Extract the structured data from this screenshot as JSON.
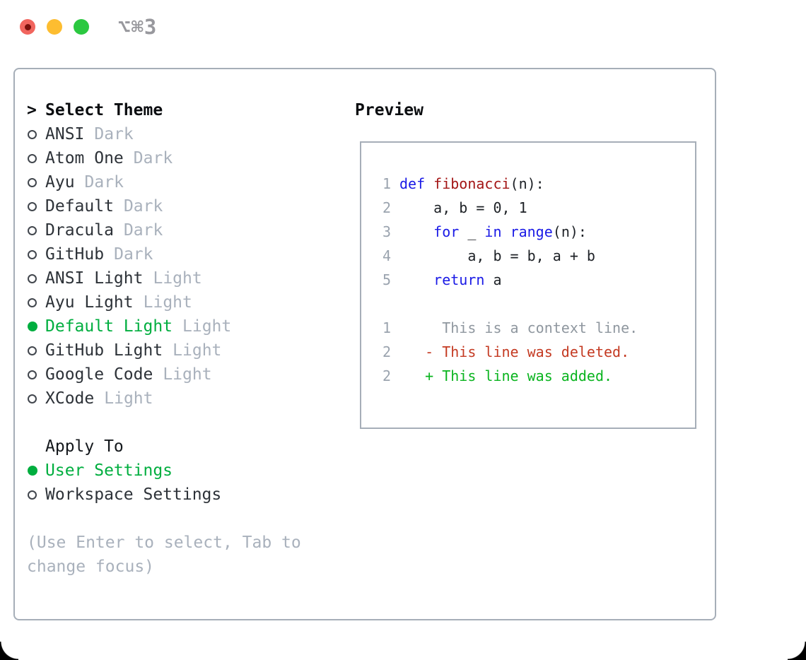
{
  "titlebar": {
    "title": "⌥⌘3",
    "close_icon": "red-traffic-light",
    "minimize_icon": "yellow-traffic-light",
    "zoom_icon": "green-traffic-light"
  },
  "panel": {
    "theme_header": {
      "marker": ">",
      "label": "Select Theme"
    },
    "themes": [
      {
        "label": "ANSI",
        "tag": "Dark",
        "selected": false
      },
      {
        "label": "Atom One",
        "tag": "Dark",
        "selected": false
      },
      {
        "label": "Ayu",
        "tag": "Dark",
        "selected": false
      },
      {
        "label": "Default",
        "tag": "Dark",
        "selected": false
      },
      {
        "label": "Dracula",
        "tag": "Dark",
        "selected": false
      },
      {
        "label": "GitHub",
        "tag": "Dark",
        "selected": false
      },
      {
        "label": "ANSI Light",
        "tag": "Light",
        "selected": false
      },
      {
        "label": "Ayu Light",
        "tag": "Light",
        "selected": false
      },
      {
        "label": "Default Light",
        "tag": "Light",
        "selected": true
      },
      {
        "label": "GitHub Light",
        "tag": "Light",
        "selected": false
      },
      {
        "label": "Google Code",
        "tag": "Light",
        "selected": false
      },
      {
        "label": "XCode",
        "tag": "Light",
        "selected": false
      }
    ],
    "apply_header": "Apply To",
    "apply_options": [
      {
        "label": "User Settings",
        "selected": true
      },
      {
        "label": "Workspace Settings",
        "selected": false
      }
    ],
    "help_lines": [
      "(Use Enter to select, Tab to",
      "change focus)"
    ]
  },
  "preview": {
    "header": "Preview",
    "lines": [
      {
        "num": "1",
        "segments": [
          {
            "t": "def",
            "c": "kw"
          },
          {
            "t": " ",
            "c": "plain"
          },
          {
            "t": "fibonacci",
            "c": "fn"
          },
          {
            "t": "(n):",
            "c": "plain"
          }
        ]
      },
      {
        "num": "2",
        "segments": [
          {
            "t": "    a, b = 0, 1",
            "c": "plain"
          }
        ]
      },
      {
        "num": "3",
        "segments": [
          {
            "t": "    ",
            "c": "plain"
          },
          {
            "t": "for",
            "c": "kw"
          },
          {
            "t": " _ ",
            "c": "plain"
          },
          {
            "t": "in",
            "c": "kw"
          },
          {
            "t": " ",
            "c": "plain"
          },
          {
            "t": "range",
            "c": "kw"
          },
          {
            "t": "(n):",
            "c": "plain"
          }
        ]
      },
      {
        "num": "4",
        "segments": [
          {
            "t": "        a, b = b, a + b",
            "c": "plain"
          }
        ]
      },
      {
        "num": "5",
        "segments": [
          {
            "t": "    ",
            "c": "plain"
          },
          {
            "t": "return",
            "c": "kw"
          },
          {
            "t": " a",
            "c": "plain"
          }
        ]
      },
      {
        "num": "",
        "segments": []
      },
      {
        "num": "1",
        "segments": [
          {
            "t": "     This is a context line.",
            "c": "ctx"
          }
        ]
      },
      {
        "num": "2",
        "segments": [
          {
            "t": "   - This line was deleted.",
            "c": "del"
          }
        ]
      },
      {
        "num": "2",
        "segments": [
          {
            "t": "   + This line was added.",
            "c": "add"
          }
        ]
      }
    ]
  },
  "colors": {
    "selected_green": "#00ae3f",
    "added_green": "#0ab41f",
    "deleted_red": "#c43a22",
    "keyword_blue": "#1a1ae6",
    "function_red": "#a31515",
    "context_gray": "#8f979f",
    "muted_gray": "#a9b1bc",
    "border_gray": "#a6aeb8",
    "traffic_red": "#f1655e",
    "traffic_yellow": "#fdbd30",
    "traffic_green": "#2bc840"
  }
}
